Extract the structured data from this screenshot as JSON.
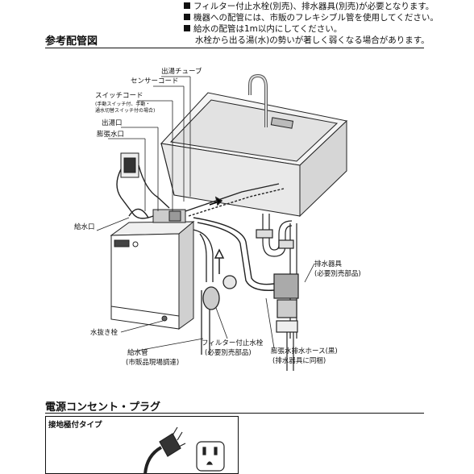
{
  "notes": [
    "フィルター付止水栓(別売)、排水器具(別売)が必要となります。",
    "機器への配管には、市販のフレキシブル管を使用してください。",
    "給水の配管は1m以内にしてください。",
    "水栓から出る湯(水)の勢いが著しく弱くなる場合があります。"
  ],
  "section_title": "参考配管図",
  "labels": {
    "hot_tube": "出湯チューブ",
    "sensor_cord": "センサーコード",
    "switch_cord": "スイッチコード",
    "switch_note_1": "(手動スイッチ付、手動・",
    "switch_note_2": "通水切替スイッチ付の場合)",
    "outlet": "出湯口",
    "expansion_outlet": "膨張水口",
    "inlet": "給水口",
    "drain_fixture": "排水器具",
    "drain_fixture_note": "(必要別売部品)",
    "drain_plug": "水抜き栓",
    "supply_pipe": "給水管",
    "supply_pipe_note": "(市販品現場調達)",
    "filter_valve": "フィルター付止水栓",
    "filter_valve_note": "(必要別売部品)",
    "expansion_hose": "膨張水排水ホース(黒)",
    "expansion_hose_note": "(排水器具に同梱)"
  },
  "power": {
    "title": "電源コンセント・プラグ",
    "plug_type": "接地極付タイプ"
  }
}
